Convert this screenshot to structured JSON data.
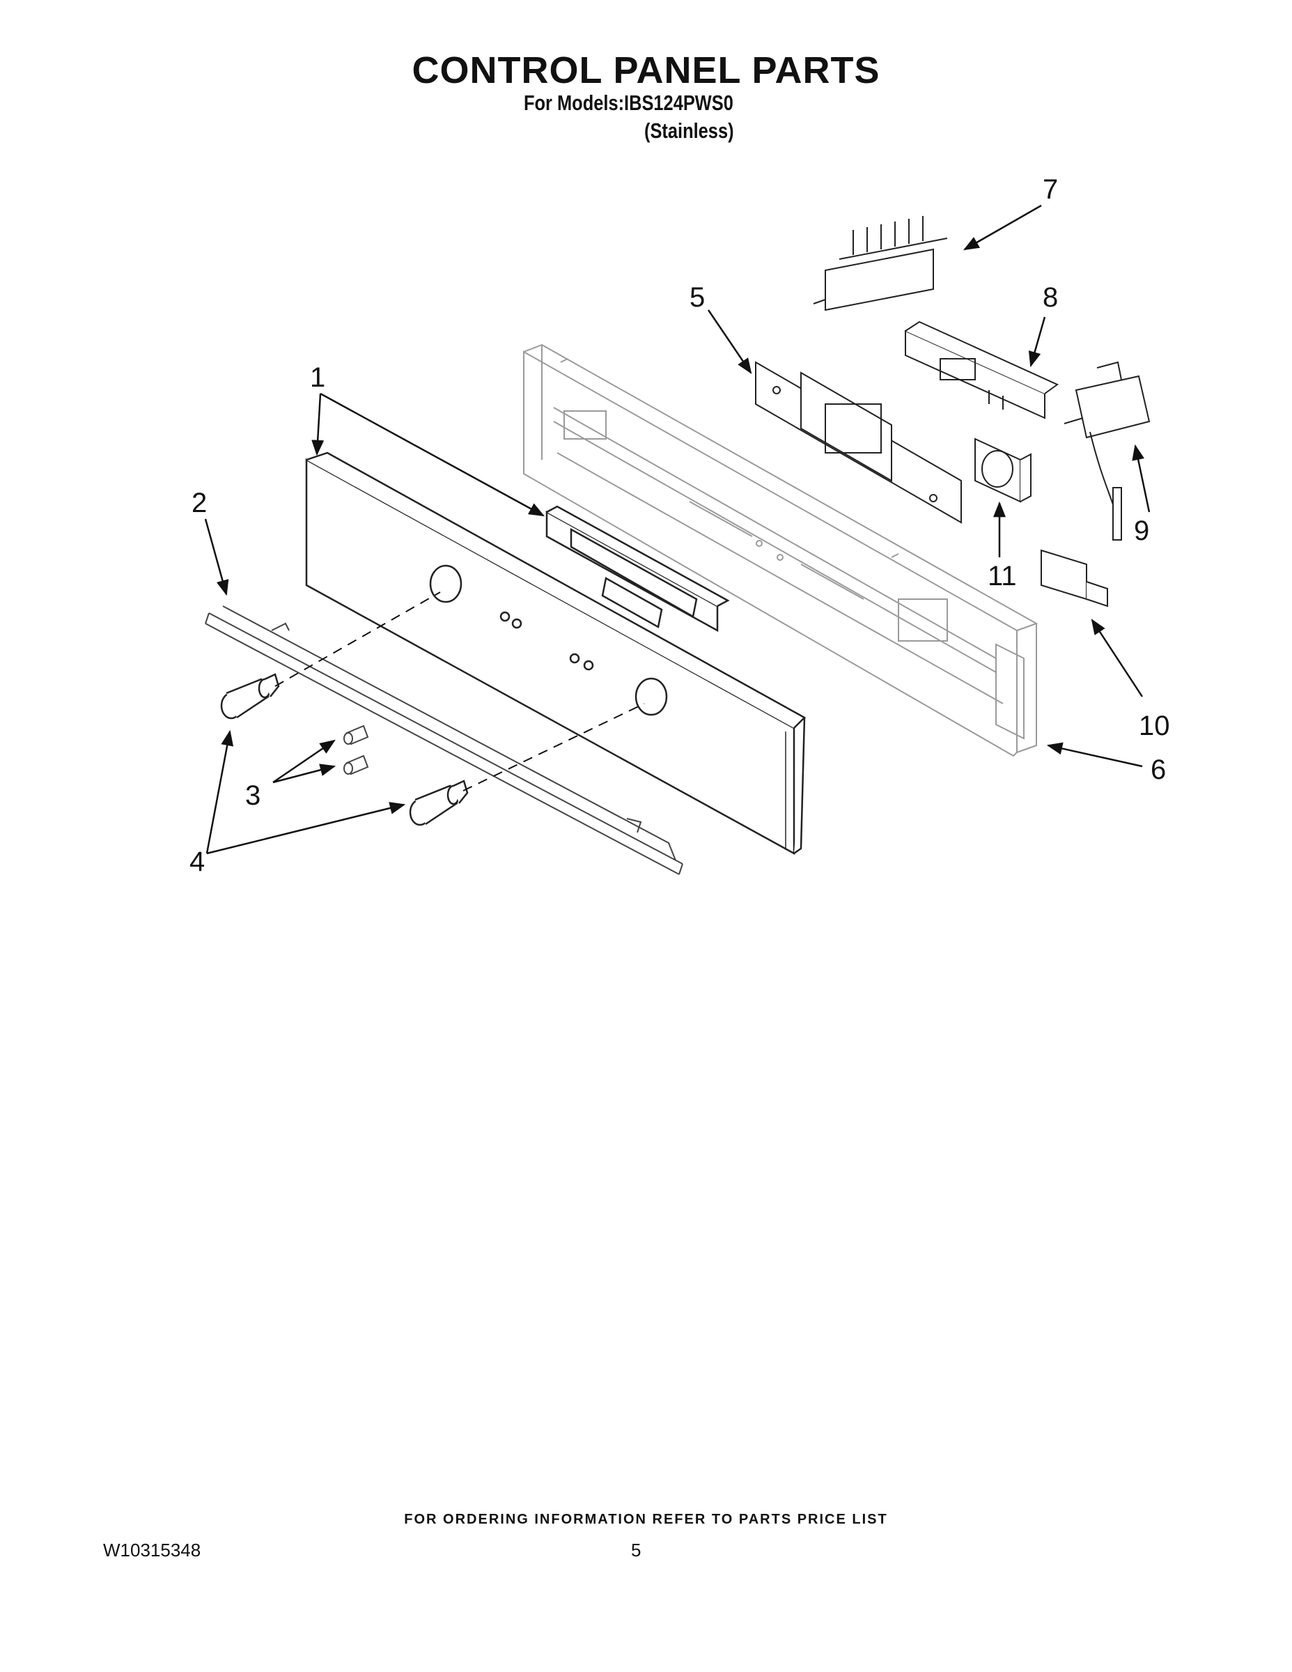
{
  "header": {
    "title": "CONTROL PANEL PARTS",
    "models_line": "For Models:IBS124PWS0",
    "variant": "(Stainless)"
  },
  "callouts": [
    "1",
    "2",
    "3",
    "4",
    "5",
    "6",
    "7",
    "8",
    "9",
    "10",
    "11"
  ],
  "footer": {
    "ordering_note": "FOR ORDERING INFORMATION REFER TO PARTS PRICE LIST",
    "document_number": "W10315348",
    "page_number": "5"
  }
}
